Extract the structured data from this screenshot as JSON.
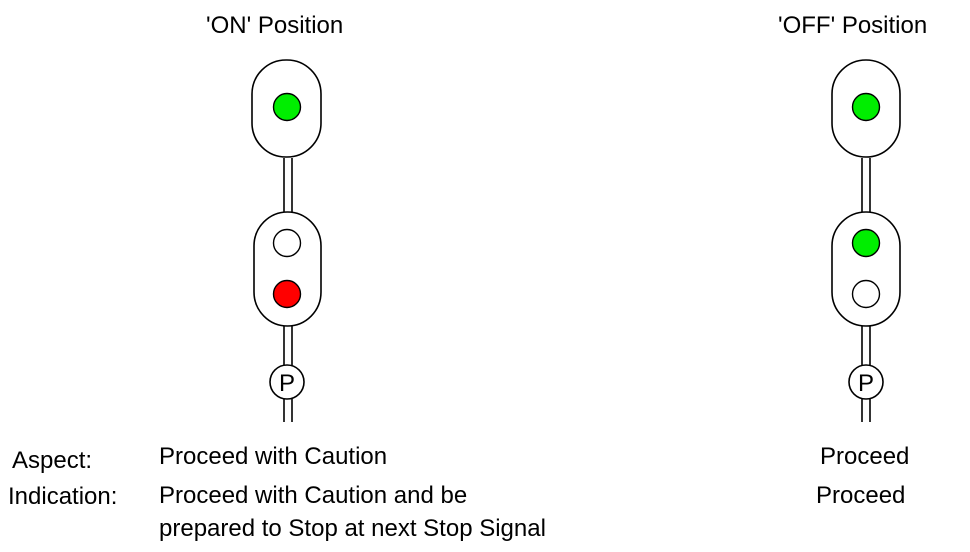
{
  "on": {
    "heading": "'ON' Position",
    "top_head": [
      "green"
    ],
    "lower_head": [
      "white",
      "red"
    ],
    "plate": "P",
    "aspect_value": "Proceed with Caution",
    "indication_line1": "Proceed with Caution and be",
    "indication_line2": "prepared to Stop at next Stop Signal"
  },
  "off": {
    "heading": "'OFF' Position",
    "top_head": [
      "green"
    ],
    "lower_head": [
      "green",
      "white"
    ],
    "plate": "P",
    "aspect_value": "Proceed",
    "indication_value": "Proceed"
  },
  "labels": {
    "aspect": "Aspect:",
    "indication": "Indication:"
  },
  "colors": {
    "green": "#00ee00",
    "red": "#ff0000",
    "white": "#ffffff",
    "outline": "#000000"
  }
}
